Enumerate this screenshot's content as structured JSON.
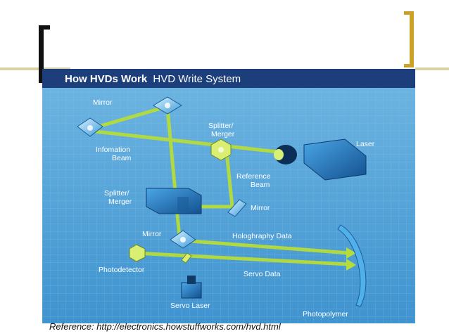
{
  "header": {
    "title_bold": "How HVDs  Work",
    "title_regular": "HVD Write System"
  },
  "labels": {
    "mirror_top": "Mirror",
    "information_beam": [
      "Infomation",
      "Beam"
    ],
    "splitter_top": [
      "Splitter/",
      "Merger"
    ],
    "laser": "Laser",
    "reference_beam": [
      "Reference",
      "Beam"
    ],
    "splitter_mid": [
      "Splitter/",
      "Merger"
    ],
    "mirror_mid": "Mirror",
    "mirror_lower": "Mirror",
    "holography_data": "Hologhraphy Data",
    "photodetector": "Photodetector",
    "servo_data": "Servo Data",
    "servo_laser": "Servo Laser",
    "photopolymer": "Photopolymer"
  },
  "reference": "Reference: http://electronics.howstuffworks.com/hvd.html",
  "colors": {
    "accent_gold": "#c9a227",
    "header_bar": "#1c3f7c",
    "beam": "#b6dc3a",
    "panel": "#3d8fc9"
  }
}
